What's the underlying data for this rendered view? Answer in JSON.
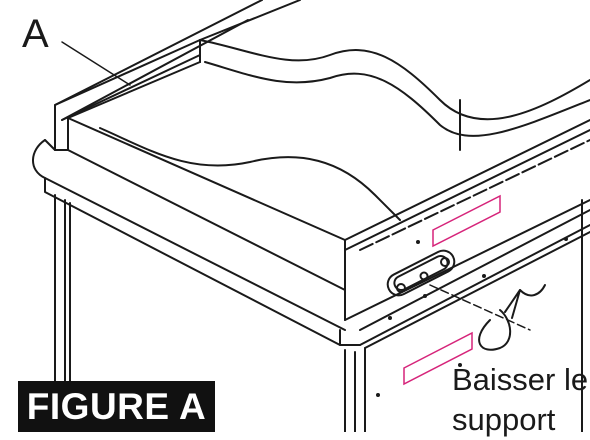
{
  "figure": {
    "part_label": "A",
    "badge_label": "FIGURE A",
    "instruction_line1": "Baisser le",
    "instruction_line2": "support"
  },
  "colors": {
    "line": "#1a1a1a",
    "highlight": "#d6247a",
    "badge_bg": "#111111",
    "badge_text": "#ffffff"
  }
}
